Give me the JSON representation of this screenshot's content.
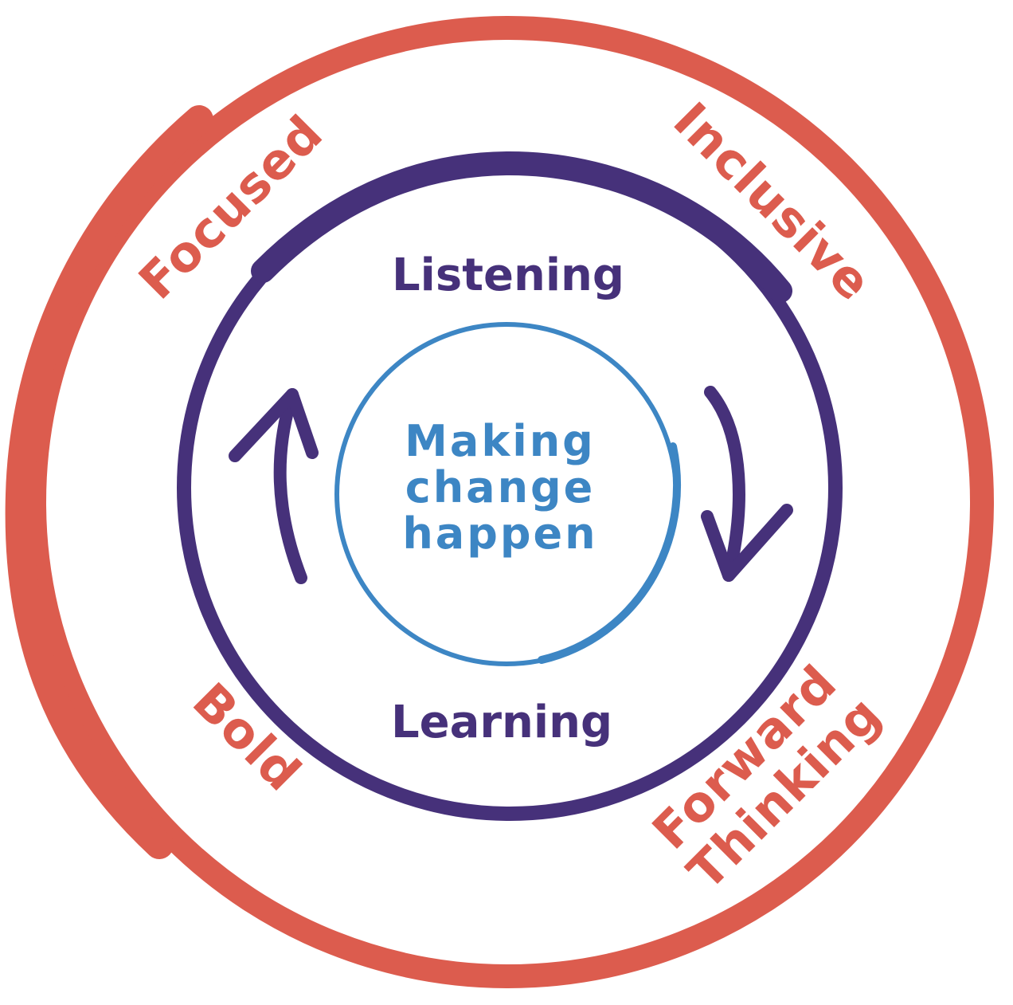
{
  "colors": {
    "outer_ring": "#dc5c4e",
    "middle_ring": "#46317a",
    "inner_ring": "#3d86c4",
    "value_text": "#dc5c4e",
    "cycle_text": "#46317a",
    "center_text": "#3d86c4",
    "arrows": "#46317a"
  },
  "values": {
    "focused": "Focused",
    "inclusive": "Inclusive",
    "bold": "Bold",
    "forward": "Forward",
    "thinking": "Thinking"
  },
  "cycle": {
    "top": "Listening",
    "bottom": "Learning"
  },
  "center": {
    "line1": "Making",
    "line2": "change",
    "line3": "happen"
  }
}
